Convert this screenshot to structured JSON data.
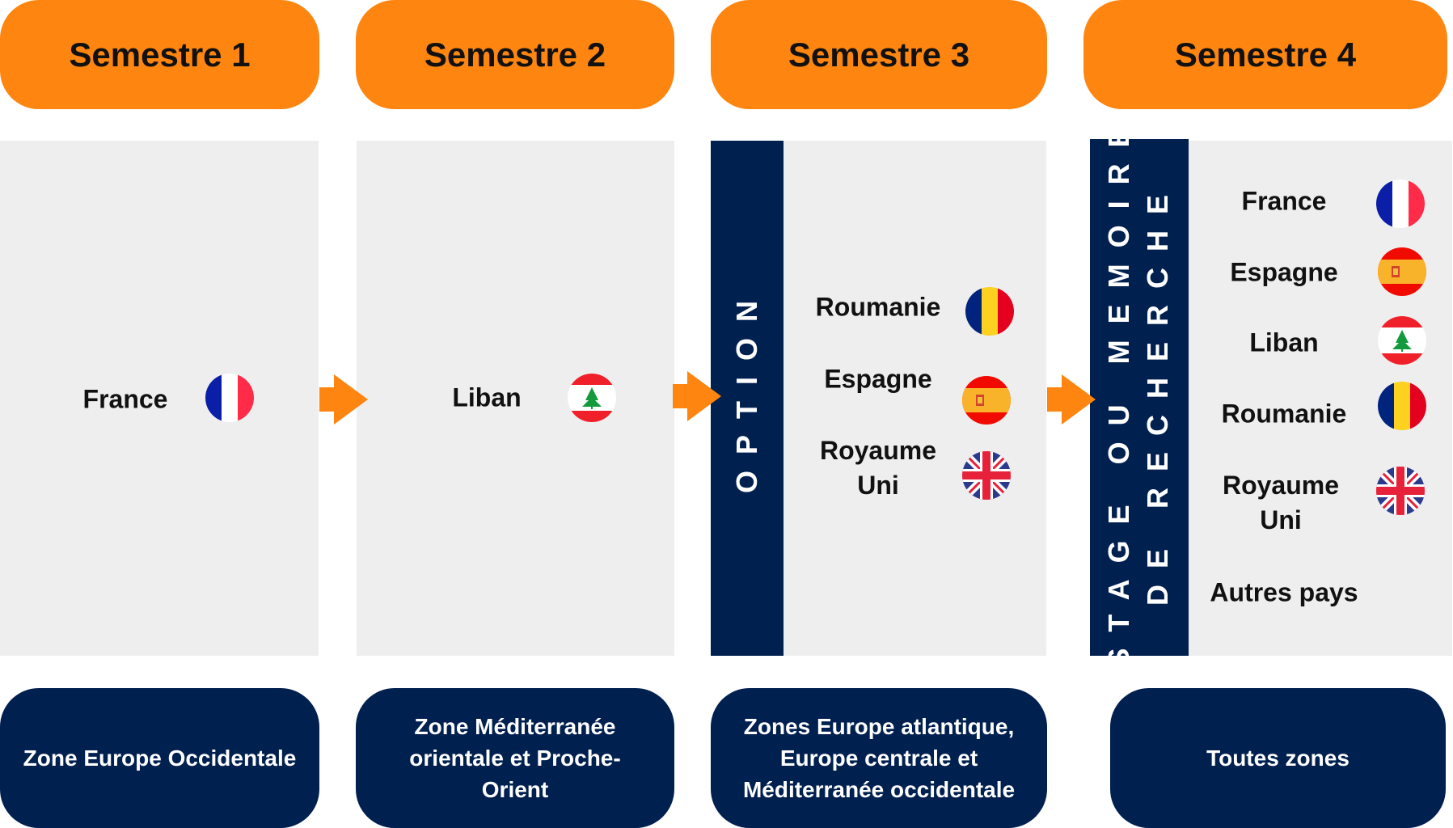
{
  "semesters": [
    {
      "title": "Semestre 1",
      "zone": "Zone Europe Occidentale",
      "countries": [
        {
          "name": "France",
          "flag": "france-flag"
        }
      ]
    },
    {
      "title": "Semestre 2",
      "zone": "Zone Méditerranée orientale et Proche-Orient",
      "countries": [
        {
          "name": "Liban",
          "flag": "lebanon-flag"
        }
      ]
    },
    {
      "title": "Semestre 3",
      "zone": "Zones Europe atlantique, Europe centrale et Méditerranée occidentale",
      "band": "OPTION",
      "countries": [
        {
          "name": "Roumanie",
          "flag": "romania-flag"
        },
        {
          "name": "Espagne",
          "flag": "spain-flag"
        },
        {
          "name": "Royaume Uni",
          "flag": "uk-flag"
        }
      ]
    },
    {
      "title": "Semestre 4",
      "zone": "Toutes zones",
      "band_line1": "STAGE OU MEMOIRE",
      "band_line2": "DE RECHERCHE",
      "countries": [
        {
          "name": "France",
          "flag": "france-flag"
        },
        {
          "name": "Espagne",
          "flag": "spain-flag"
        },
        {
          "name": "Liban",
          "flag": "lebanon-flag"
        },
        {
          "name": "Roumanie",
          "flag": "romania-flag"
        },
        {
          "name": "Royaume Uni",
          "flag": "uk-flag"
        },
        {
          "name": "Autres pays"
        }
      ]
    }
  ],
  "colors": {
    "orange": "#fd8510",
    "navy": "#002050",
    "panel": "#eeeeee"
  }
}
